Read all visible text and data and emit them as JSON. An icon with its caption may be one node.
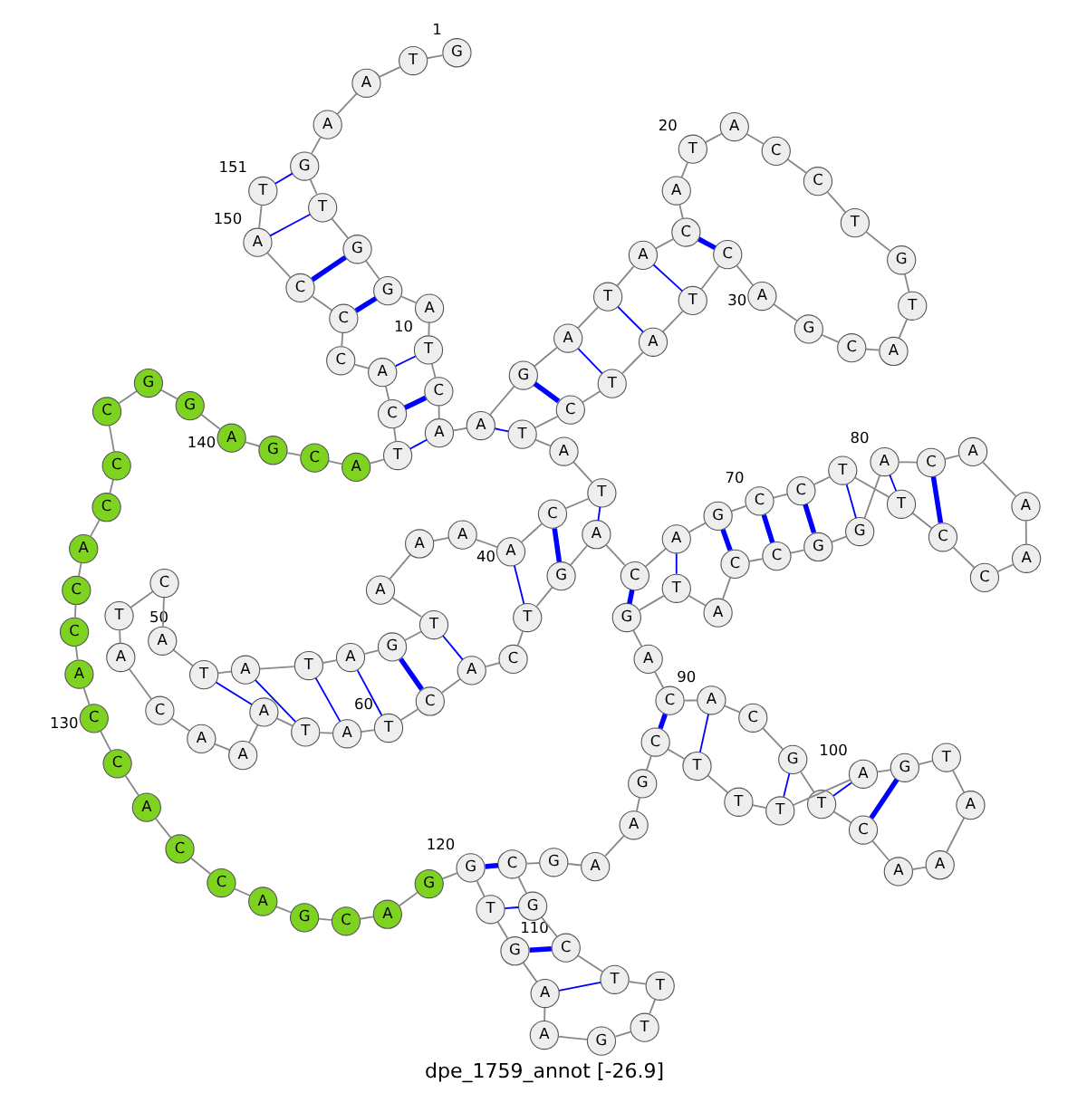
{
  "diagram": {
    "title": "dpe_1759_annot [-26.9]",
    "nodes": [
      {
        "text": [
          "G"
        ],
        "beside": [
          "1"
        ]
      },
      {
        "text": [
          "T"
        ]
      },
      {
        "text": [
          "A"
        ]
      },
      {
        "text": [
          "A"
        ]
      },
      {
        "text": [
          "G"
        ]
      },
      {
        "text": [
          "T"
        ]
      },
      {
        "text": [
          "G"
        ]
      },
      {
        "text": [
          "G"
        ]
      },
      {
        "text": [
          "A"
        ]
      },
      {
        "text": [
          "T"
        ],
        "beside": [
          "10"
        ]
      },
      {
        "text": [
          "C"
        ]
      },
      {
        "text": [
          "A"
        ]
      },
      {
        "text": [
          "A"
        ]
      },
      {
        "text": [
          "G"
        ]
      },
      {
        "text": [
          "A"
        ]
      },
      {
        "text": [
          "T"
        ]
      },
      {
        "text": [
          "A"
        ]
      },
      {
        "text": [
          "C"
        ]
      },
      {
        "text": [
          "A"
        ]
      },
      {
        "text": [
          "T"
        ],
        "beside": [
          "20"
        ]
      },
      {
        "text": [
          "A"
        ]
      },
      {
        "text": [
          "C"
        ]
      },
      {
        "text": [
          "C"
        ]
      },
      {
        "text": [
          "T"
        ]
      },
      {
        "text": [
          "G"
        ]
      },
      {
        "text": [
          "T"
        ]
      },
      {
        "text": [
          "A"
        ]
      },
      {
        "text": [
          "C"
        ]
      },
      {
        "text": [
          "G"
        ]
      },
      {
        "text": [
          "A"
        ],
        "beside": [
          "30"
        ]
      },
      {
        "text": [
          "C"
        ]
      },
      {
        "text": [
          "T"
        ]
      },
      {
        "text": [
          "A"
        ]
      },
      {
        "text": [
          "T"
        ]
      },
      {
        "text": [
          "C"
        ]
      },
      {
        "text": [
          "T"
        ]
      },
      {
        "text": [
          "A"
        ]
      },
      {
        "text": [
          "T"
        ]
      },
      {
        "text": [
          "C"
        ]
      },
      {
        "text": [
          "A"
        ],
        "beside": [
          "40"
        ]
      },
      {
        "text": [
          "A"
        ]
      },
      {
        "text": [
          "A"
        ]
      },
      {
        "text": [
          "A"
        ]
      },
      {
        "text": [
          "T"
        ]
      },
      {
        "text": [
          "G"
        ]
      },
      {
        "text": [
          "A"
        ]
      },
      {
        "text": [
          "T"
        ]
      },
      {
        "text": [
          "A"
        ]
      },
      {
        "text": [
          "T"
        ]
      },
      {
        "text": [
          "A"
        ],
        "beside": [
          "50"
        ]
      },
      {
        "text": [
          "C"
        ]
      },
      {
        "text": [
          "T"
        ]
      },
      {
        "text": [
          "A"
        ]
      },
      {
        "text": [
          "C"
        ]
      },
      {
        "text": [
          "A"
        ]
      },
      {
        "text": [
          "A"
        ]
      },
      {
        "text": [
          "A"
        ]
      },
      {
        "text": [
          "T"
        ]
      },
      {
        "text": [
          "A"
        ]
      },
      {
        "text": [
          "T"
        ],
        "beside": [
          "60"
        ]
      },
      {
        "text": [
          "C"
        ]
      },
      {
        "text": [
          "A"
        ]
      },
      {
        "text": [
          "C"
        ]
      },
      {
        "text": [
          "T"
        ]
      },
      {
        "text": [
          "G"
        ]
      },
      {
        "text": [
          "A"
        ]
      },
      {
        "text": [
          "C"
        ]
      },
      {
        "text": [
          "A"
        ]
      },
      {
        "text": [
          "G"
        ]
      },
      {
        "text": [
          "C"
        ],
        "beside": [
          "70"
        ]
      },
      {
        "text": [
          "C"
        ]
      },
      {
        "text": [
          "T"
        ]
      },
      {
        "text": [
          "T"
        ]
      },
      {
        "text": [
          "C"
        ]
      },
      {
        "text": [
          "C"
        ]
      },
      {
        "text": [
          "A"
        ]
      },
      {
        "text": [
          "A"
        ]
      },
      {
        "text": [
          "A"
        ]
      },
      {
        "text": [
          "C"
        ]
      },
      {
        "text": [
          "A"
        ],
        "beside": [
          "80"
        ]
      },
      {
        "text": [
          "G"
        ]
      },
      {
        "text": [
          "G"
        ]
      },
      {
        "text": [
          "C"
        ]
      },
      {
        "text": [
          "C"
        ]
      },
      {
        "text": [
          "A"
        ]
      },
      {
        "text": [
          "T"
        ]
      },
      {
        "text": [
          "G"
        ]
      },
      {
        "text": [
          "A"
        ]
      },
      {
        "text": [
          "C"
        ]
      },
      {
        "text": [
          "A"
        ],
        "beside": [
          "90"
        ]
      },
      {
        "text": [
          "C"
        ]
      },
      {
        "text": [
          "G"
        ]
      },
      {
        "text": [
          "T"
        ]
      },
      {
        "text": [
          "C"
        ]
      },
      {
        "text": [
          "A"
        ]
      },
      {
        "text": [
          "A"
        ]
      },
      {
        "text": [
          "A"
        ]
      },
      {
        "text": [
          "T"
        ]
      },
      {
        "text": [
          "G"
        ]
      },
      {
        "text": [
          "A"
        ],
        "beside": [
          "100"
        ]
      },
      {
        "text": [
          "T"
        ]
      },
      {
        "text": [
          "T"
        ]
      },
      {
        "text": [
          "T"
        ]
      },
      {
        "text": [
          "C"
        ]
      },
      {
        "text": [
          "G"
        ]
      },
      {
        "text": [
          "A"
        ]
      },
      {
        "text": [
          "A"
        ]
      },
      {
        "text": [
          "G"
        ]
      },
      {
        "text": [
          "C"
        ]
      },
      {
        "text": [
          "G"
        ],
        "beside": [
          "110"
        ]
      },
      {
        "text": [
          "C"
        ]
      },
      {
        "text": [
          "T"
        ]
      },
      {
        "text": [
          "T"
        ]
      },
      {
        "text": [
          "T"
        ]
      },
      {
        "text": [
          "G"
        ]
      },
      {
        "text": [
          "A"
        ]
      },
      {
        "text": [
          "A"
        ]
      },
      {
        "text": [
          "G"
        ]
      },
      {
        "text": [
          "T"
        ]
      },
      {
        "text": [
          "G"
        ],
        "beside": [
          "120"
        ]
      },
      {
        "text": [
          "G"
        ]
      },
      {
        "text": [
          "A"
        ]
      },
      {
        "text": [
          "C"
        ]
      },
      {
        "text": [
          "G"
        ]
      },
      {
        "text": [
          "A"
        ]
      },
      {
        "text": [
          "C"
        ]
      },
      {
        "text": [
          "C"
        ]
      },
      {
        "text": [
          "A"
        ]
      },
      {
        "text": [
          "C"
        ]
      },
      {
        "text": [
          "C"
        ],
        "beside": [
          "130"
        ]
      },
      {
        "text": [
          "A"
        ]
      },
      {
        "text": [
          "C"
        ]
      },
      {
        "text": [
          "C"
        ]
      },
      {
        "text": [
          "A"
        ]
      },
      {
        "text": [
          "C"
        ]
      },
      {
        "text": [
          "C"
        ]
      },
      {
        "text": [
          "C"
        ]
      },
      {
        "text": [
          "G"
        ]
      },
      {
        "text": [
          "G"
        ]
      },
      {
        "text": [
          "A"
        ],
        "beside": [
          "140"
        ]
      },
      {
        "text": [
          "G"
        ]
      },
      {
        "text": [
          "C"
        ]
      },
      {
        "text": [
          "A"
        ]
      },
      {
        "text": [
          "T"
        ]
      },
      {
        "text": [
          "C"
        ]
      },
      {
        "text": [
          "A"
        ]
      },
      {
        "text": [
          "C"
        ]
      },
      {
        "text": [
          "C"
        ]
      },
      {
        "text": [
          "C"
        ]
      },
      {
        "text": [
          "A"
        ],
        "beside": [
          "150"
        ]
      },
      {
        "text": [
          "T"
        ],
        "beside": [
          "151"
        ]
      }
    ],
    "edges": [
      {
        "from": 0,
        "to": 1,
        "arrow": "none"
      },
      {
        "from": 1,
        "to": 2,
        "arrow": "none"
      },
      {
        "from": 2,
        "to": 3,
        "arrow": "none"
      },
      {
        "from": 3,
        "to": 4,
        "arrow": "none"
      },
      {
        "from": 4,
        "to": 5,
        "arrow": "none"
      },
      {
        "from": 5,
        "to": 6,
        "arrow": "none"
      },
      {
        "from": 6,
        "to": 7,
        "arrow": "none"
      },
      {
        "from": 7,
        "to": 8,
        "arrow": "none"
      },
      {
        "from": 8,
        "to": 9,
        "arrow": "none"
      },
      {
        "from": 9,
        "to": 10,
        "arrow": "none"
      },
      {
        "from": 10,
        "to": 11,
        "arrow": "none"
      },
      {
        "from": 11,
        "to": 12,
        "arrow": "none"
      },
      {
        "from": 12,
        "to": 13,
        "arrow": "none"
      },
      {
        "from": 13,
        "to": 14,
        "arrow": "none"
      },
      {
        "from": 14,
        "to": 15,
        "arrow": "none"
      },
      {
        "from": 15,
        "to": 16,
        "arrow": "none"
      },
      {
        "from": 16,
        "to": 17,
        "arrow": "none"
      },
      {
        "from": 17,
        "to": 18,
        "arrow": "none"
      },
      {
        "from": 18,
        "to": 19,
        "arrow": "none"
      },
      {
        "from": 19,
        "to": 20,
        "arrow": "none"
      },
      {
        "from": 20,
        "to": 21,
        "arrow": "none"
      },
      {
        "from": 21,
        "to": 22,
        "arrow": "none"
      },
      {
        "from": 22,
        "to": 23,
        "arrow": "none"
      },
      {
        "from": 23,
        "to": 24,
        "arrow": "none"
      },
      {
        "from": 24,
        "to": 25,
        "arrow": "none"
      },
      {
        "from": 25,
        "to": 26,
        "arrow": "none"
      },
      {
        "from": 26,
        "to": 27,
        "arrow": "none"
      },
      {
        "from": 27,
        "to": 28,
        "arrow": "none"
      },
      {
        "from": 28,
        "to": 29,
        "arrow": "none"
      },
      {
        "from": 29,
        "to": 30,
        "arrow": "none"
      },
      {
        "from": 30,
        "to": 31,
        "arrow": "none"
      },
      {
        "from": 31,
        "to": 32,
        "arrow": "none"
      },
      {
        "from": 32,
        "to": 33,
        "arrow": "none"
      },
      {
        "from": 33,
        "to": 34,
        "arrow": "none"
      },
      {
        "from": 34,
        "to": 35,
        "arrow": "none"
      },
      {
        "from": 35,
        "to": 36,
        "arrow": "none"
      },
      {
        "from": 36,
        "to": 37,
        "arrow": "none"
      },
      {
        "from": 37,
        "to": 38,
        "arrow": "none"
      },
      {
        "from": 38,
        "to": 39,
        "arrow": "none"
      },
      {
        "from": 39,
        "to": 40,
        "arrow": "none"
      },
      {
        "from": 40,
        "to": 41,
        "arrow": "none"
      },
      {
        "from": 41,
        "to": 42,
        "arrow": "none"
      },
      {
        "from": 42,
        "to": 43,
        "arrow": "none"
      },
      {
        "from": 43,
        "to": 44,
        "arrow": "none"
      },
      {
        "from": 44,
        "to": 45,
        "arrow": "none"
      },
      {
        "from": 45,
        "to": 46,
        "arrow": "none"
      },
      {
        "from": 46,
        "to": 47,
        "arrow": "none"
      },
      {
        "from": 47,
        "to": 48,
        "arrow": "none"
      },
      {
        "from": 48,
        "to": 49,
        "arrow": "none"
      },
      {
        "from": 49,
        "to": 50,
        "arrow": "none"
      },
      {
        "from": 50,
        "to": 51,
        "arrow": "none"
      },
      {
        "from": 51,
        "to": 52,
        "arrow": "none"
      },
      {
        "from": 52,
        "to": 53,
        "arrow": "none"
      },
      {
        "from": 53,
        "to": 54,
        "arrow": "none"
      },
      {
        "from": 54,
        "to": 55,
        "arrow": "none"
      },
      {
        "from": 55,
        "to": 56,
        "arrow": "none"
      },
      {
        "from": 56,
        "to": 57,
        "arrow": "none"
      },
      {
        "from": 57,
        "to": 58,
        "arrow": "none"
      },
      {
        "from": 58,
        "to": 59,
        "arrow": "none"
      },
      {
        "from": 59,
        "to": 60,
        "arrow": "none"
      },
      {
        "from": 60,
        "to": 61,
        "arrow": "none"
      },
      {
        "from": 61,
        "to": 62,
        "arrow": "none"
      },
      {
        "from": 62,
        "to": 63,
        "arrow": "none"
      },
      {
        "from": 63,
        "to": 64,
        "arrow": "none"
      },
      {
        "from": 64,
        "to": 65,
        "arrow": "none"
      },
      {
        "from": 65,
        "to": 66,
        "arrow": "none"
      },
      {
        "from": 66,
        "to": 67,
        "arrow": "none"
      },
      {
        "from": 67,
        "to": 68,
        "arrow": "none"
      },
      {
        "from": 68,
        "to": 69,
        "arrow": "none"
      },
      {
        "from": 69,
        "to": 70,
        "arrow": "none"
      },
      {
        "from": 70,
        "to": 71,
        "arrow": "none"
      },
      {
        "from": 71,
        "to": 72,
        "arrow": "none"
      },
      {
        "from": 72,
        "to": 73,
        "arrow": "none"
      },
      {
        "from": 73,
        "to": 74,
        "arrow": "none"
      },
      {
        "from": 74,
        "to": 75,
        "arrow": "none"
      },
      {
        "from": 75,
        "to": 76,
        "arrow": "none"
      },
      {
        "from": 76,
        "to": 77,
        "arrow": "none"
      },
      {
        "from": 77,
        "to": 78,
        "arrow": "none"
      },
      {
        "from": 78,
        "to": 79,
        "arrow": "none"
      },
      {
        "from": 79,
        "to": 80,
        "arrow": "none"
      },
      {
        "from": 80,
        "to": 81,
        "arrow": "none"
      },
      {
        "from": 81,
        "to": 82,
        "arrow": "none"
      },
      {
        "from": 82,
        "to": 83,
        "arrow": "none"
      },
      {
        "from": 83,
        "to": 84,
        "arrow": "none"
      },
      {
        "from": 84,
        "to": 85,
        "arrow": "none"
      },
      {
        "from": 85,
        "to": 86,
        "arrow": "none"
      },
      {
        "from": 86,
        "to": 87,
        "arrow": "none"
      },
      {
        "from": 87,
        "to": 88,
        "arrow": "none"
      },
      {
        "from": 88,
        "to": 89,
        "arrow": "none"
      },
      {
        "from": 89,
        "to": 90,
        "arrow": "none"
      },
      {
        "from": 90,
        "to": 91,
        "arrow": "none"
      },
      {
        "from": 91,
        "to": 92,
        "arrow": "none"
      },
      {
        "from": 92,
        "to": 93,
        "arrow": "none"
      },
      {
        "from": 93,
        "to": 94,
        "arrow": "none"
      },
      {
        "from": 94,
        "to": 95,
        "arrow": "none"
      },
      {
        "from": 95,
        "to": 96,
        "arrow": "none"
      },
      {
        "from": 96,
        "to": 97,
        "arrow": "none"
      },
      {
        "from": 97,
        "to": 98,
        "arrow": "none"
      },
      {
        "from": 98,
        "to": 99,
        "arrow": "none"
      },
      {
        "from": 99,
        "to": 100,
        "arrow": "none"
      },
      {
        "from": 100,
        "to": 101,
        "arrow": "none"
      },
      {
        "from": 101,
        "to": 102,
        "arrow": "none"
      },
      {
        "from": 102,
        "to": 103,
        "arrow": "none"
      },
      {
        "from": 103,
        "to": 104,
        "arrow": "none"
      },
      {
        "from": 104,
        "to": 105,
        "arrow": "none"
      },
      {
        "from": 105,
        "to": 106,
        "arrow": "none"
      },
      {
        "from": 106,
        "to": 107,
        "arrow": "none"
      },
      {
        "from": 107,
        "to": 108,
        "arrow": "none"
      },
      {
        "from": 108,
        "to": 109,
        "arrow": "none"
      },
      {
        "from": 109,
        "to": 110,
        "arrow": "none"
      },
      {
        "from": 110,
        "to": 111,
        "arrow": "none"
      },
      {
        "from": 111,
        "to": 112,
        "arrow": "none"
      },
      {
        "from": 112,
        "to": 113,
        "arrow": "none"
      },
      {
        "from": 113,
        "to": 114,
        "arrow": "none"
      },
      {
        "from": 114,
        "to": 115,
        "arrow": "none"
      },
      {
        "from": 115,
        "to": 116,
        "arrow": "none"
      },
      {
        "from": 116,
        "to": 117,
        "arrow": "none"
      },
      {
        "from": 117,
        "to": 118,
        "arrow": "none"
      },
      {
        "from": 118,
        "to": 119,
        "arrow": "none"
      },
      {
        "from": 119,
        "to": 120,
        "arrow": "none"
      },
      {
        "from": 120,
        "to": 121,
        "arrow": "none"
      },
      {
        "from": 121,
        "to": 122,
        "arrow": "none"
      },
      {
        "from": 122,
        "to": 123,
        "arrow": "none"
      },
      {
        "from": 123,
        "to": 124,
        "arrow": "none"
      },
      {
        "from": 124,
        "to": 125,
        "arrow": "none"
      },
      {
        "from": 125,
        "to": 126,
        "arrow": "none"
      },
      {
        "from": 126,
        "to": 127,
        "arrow": "none"
      },
      {
        "from": 127,
        "to": 128,
        "arrow": "none"
      },
      {
        "from": 128,
        "to": 129,
        "arrow": "none"
      },
      {
        "from": 129,
        "to": 130,
        "arrow": "none"
      },
      {
        "from": 130,
        "to": 131,
        "arrow": "none"
      },
      {
        "from": 131,
        "to": 132,
        "arrow": "none"
      },
      {
        "from": 132,
        "to": 133,
        "arrow": "none"
      },
      {
        "from": 133,
        "to": 134,
        "arrow": "none"
      },
      {
        "from": 134,
        "to": 135,
        "arrow": "none"
      },
      {
        "from": 135,
        "to": 136,
        "arrow": "none"
      },
      {
        "from": 136,
        "to": 137,
        "arrow": "none"
      },
      {
        "from": 137,
        "to": 138,
        "arrow": "none"
      },
      {
        "from": 138,
        "to": 139,
        "arrow": "none"
      },
      {
        "from": 139,
        "to": 140,
        "arrow": "none"
      },
      {
        "from": 140,
        "to": 141,
        "arrow": "none"
      },
      {
        "from": 141,
        "to": 142,
        "arrow": "none"
      },
      {
        "from": 142,
        "to": 143,
        "arrow": "none"
      },
      {
        "from": 143,
        "to": 144,
        "arrow": "none"
      },
      {
        "from": 144,
        "to": 145,
        "arrow": "none"
      },
      {
        "from": 145,
        "to": 146,
        "arrow": "none"
      },
      {
        "from": 146,
        "to": 147,
        "arrow": "none"
      },
      {
        "from": 147,
        "to": 148,
        "arrow": "none"
      },
      {
        "from": 148,
        "to": 149,
        "arrow": "none"
      },
      {
        "from": 149,
        "to": 150,
        "arrow": "none"
      },
      {
        "from": 4,
        "to": 150,
        "arrow": "none",
        "color": "#0000ff"
      },
      {
        "from": 5,
        "to": 149,
        "arrow": "none",
        "color": "#0000ff"
      },
      {
        "from": 6,
        "to": 148,
        "arrow": "none",
        "color": "#0000ff",
        "style": "thick"
      },
      {
        "from": 7,
        "to": 147,
        "arrow": "none",
        "color": "#0000ff",
        "style": "thick"
      },
      {
        "from": 9,
        "to": 145,
        "arrow": "none",
        "color": "#0000ff"
      },
      {
        "from": 10,
        "to": 144,
        "arrow": "none",
        "color": "#0000ff",
        "style": "thick"
      },
      {
        "from": 11,
        "to": 143,
        "arrow": "none",
        "color": "#0000ff"
      },
      {
        "from": 12,
        "to": 35,
        "arrow": "none",
        "color": "#0000ff"
      },
      {
        "from": 13,
        "to": 34,
        "arrow": "none",
        "color": "#0000ff",
        "style": "thick"
      },
      {
        "from": 14,
        "to": 33,
        "arrow": "none",
        "color": "#0000ff"
      },
      {
        "from": 15,
        "to": 32,
        "arrow": "none",
        "color": "#0000ff"
      },
      {
        "from": 16,
        "to": 31,
        "arrow": "none",
        "color": "#0000ff"
      },
      {
        "from": 17,
        "to": 30,
        "arrow": "none",
        "color": "#0000ff",
        "style": "thick"
      },
      {
        "from": 37,
        "to": 65,
        "arrow": "none",
        "color": "#0000ff"
      },
      {
        "from": 38,
        "to": 64,
        "arrow": "none",
        "color": "#0000ff",
        "style": "thick"
      },
      {
        "from": 39,
        "to": 63,
        "arrow": "none",
        "color": "#0000ff"
      },
      {
        "from": 43,
        "to": 61,
        "arrow": "none",
        "color": "#0000ff"
      },
      {
        "from": 44,
        "to": 60,
        "arrow": "none",
        "color": "#0000ff",
        "style": "thick"
      },
      {
        "from": 45,
        "to": 59,
        "arrow": "none",
        "color": "#0000ff"
      },
      {
        "from": 46,
        "to": 58,
        "arrow": "none",
        "color": "#0000ff"
      },
      {
        "from": 47,
        "to": 57,
        "arrow": "none",
        "color": "#0000ff"
      },
      {
        "from": 48,
        "to": 56,
        "arrow": "none",
        "color": "#0000ff"
      },
      {
        "from": 66,
        "to": 86,
        "arrow": "none",
        "color": "#0000ff",
        "style": "thick"
      },
      {
        "from": 67,
        "to": 85,
        "arrow": "none",
        "color": "#0000ff"
      },
      {
        "from": 68,
        "to": 83,
        "arrow": "none",
        "color": "#0000ff",
        "style": "thick"
      },
      {
        "from": 69,
        "to": 82,
        "arrow": "none",
        "color": "#0000ff",
        "style": "thick"
      },
      {
        "from": 70,
        "to": 81,
        "arrow": "none",
        "color": "#0000ff",
        "style": "thick"
      },
      {
        "from": 71,
        "to": 80,
        "arrow": "none",
        "color": "#0000ff"
      },
      {
        "from": 72,
        "to": 79,
        "arrow": "none",
        "color": "#0000ff"
      },
      {
        "from": 73,
        "to": 78,
        "arrow": "none",
        "color": "#0000ff",
        "style": "thick"
      },
      {
        "from": 88,
        "to": 103,
        "arrow": "none",
        "color": "#0000ff",
        "style": "thick"
      },
      {
        "from": 89,
        "to": 102,
        "arrow": "none",
        "color": "#0000ff"
      },
      {
        "from": 91,
        "to": 100,
        "arrow": "none",
        "color": "#0000ff"
      },
      {
        "from": 92,
        "to": 99,
        "arrow": "none",
        "color": "#0000ff"
      },
      {
        "from": 93,
        "to": 98,
        "arrow": "none",
        "color": "#0000ff",
        "style": "thick"
      },
      {
        "from": 108,
        "to": 119,
        "arrow": "none",
        "color": "#0000ff",
        "style": "thick"
      },
      {
        "from": 109,
        "to": 118,
        "arrow": "none",
        "color": "#0000ff"
      },
      {
        "from": 110,
        "to": 117,
        "arrow": "none",
        "color": "#0000ff",
        "style": "thick"
      },
      {
        "from": 111,
        "to": 116,
        "arrow": "none",
        "color": "#0000ff"
      }
    ]
  }
}
